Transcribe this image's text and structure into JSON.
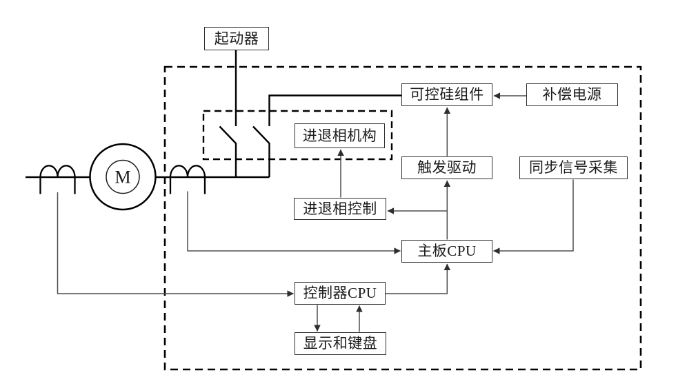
{
  "diagram": {
    "type": "block-diagram",
    "background": "#ffffff",
    "colors": {
      "power_line": "#000000",
      "signal_line": "#4d4d4d",
      "box_border": "#2e2e2e",
      "text": "#1a1a1a"
    },
    "nodes": {
      "starter": "起动器",
      "scr_module": "可控硅组件",
      "compensation_power": "补偿电源",
      "phase_mechanism": "进退相机构",
      "trigger_drive": "触发驱动",
      "sync_signal_acquisition": "同步信号采集",
      "phase_control": "进退相控制",
      "main_cpu": "主板CPU",
      "controller_cpu": "控制器CPU",
      "display_keyboard": "显示和键盘",
      "motor": "M"
    },
    "connections": [
      {
        "from": "compensation_power",
        "to": "scr_module"
      },
      {
        "from": "trigger_drive",
        "to": "scr_module"
      },
      {
        "from": "main_cpu",
        "to": "trigger_drive"
      },
      {
        "from": "main_cpu",
        "to": "phase_control"
      },
      {
        "from": "phase_control",
        "to": "phase_mechanism"
      },
      {
        "from": "current_transformer_right",
        "to": "main_cpu"
      },
      {
        "from": "sync_signal_acquisition",
        "to": "main_cpu"
      },
      {
        "from": "current_transformer_left",
        "to": "controller_cpu"
      },
      {
        "from": "controller_cpu",
        "to": "main_cpu"
      },
      {
        "from": "controller_cpu",
        "to": "display_keyboard"
      },
      {
        "from": "display_keyboard",
        "to": "controller_cpu"
      },
      {
        "from": "starter",
        "to": "switch_left"
      },
      {
        "from": "scr_module",
        "to": "switch_right"
      }
    ]
  }
}
